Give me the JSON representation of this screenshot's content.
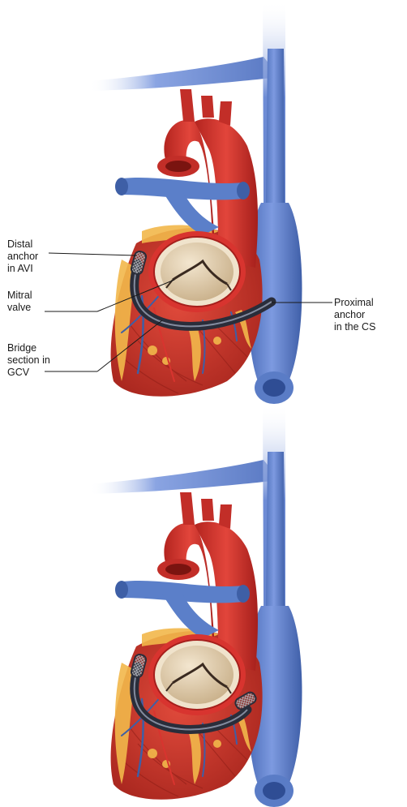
{
  "labels": {
    "distal_anchor": [
      "Distal",
      "anchor",
      "in AVI"
    ],
    "mitral_valve": [
      "Mitral",
      "valve"
    ],
    "bridge_section": [
      "Bridge",
      "section in",
      "GCV"
    ],
    "proximal_anchor": [
      "Proximal",
      "anchor",
      "in the CS"
    ]
  },
  "colors": {
    "vein_blue": "#5b7fc9",
    "vein_blue_dark": "#3e5fa6",
    "artery_red": "#d8342f",
    "artery_red_dark": "#a61f1c",
    "myocardium": "#c9382c",
    "fat_yellow": "#f2b84b",
    "valve_tan": "#e2cfae",
    "device_dark": "#2a2d3a"
  }
}
